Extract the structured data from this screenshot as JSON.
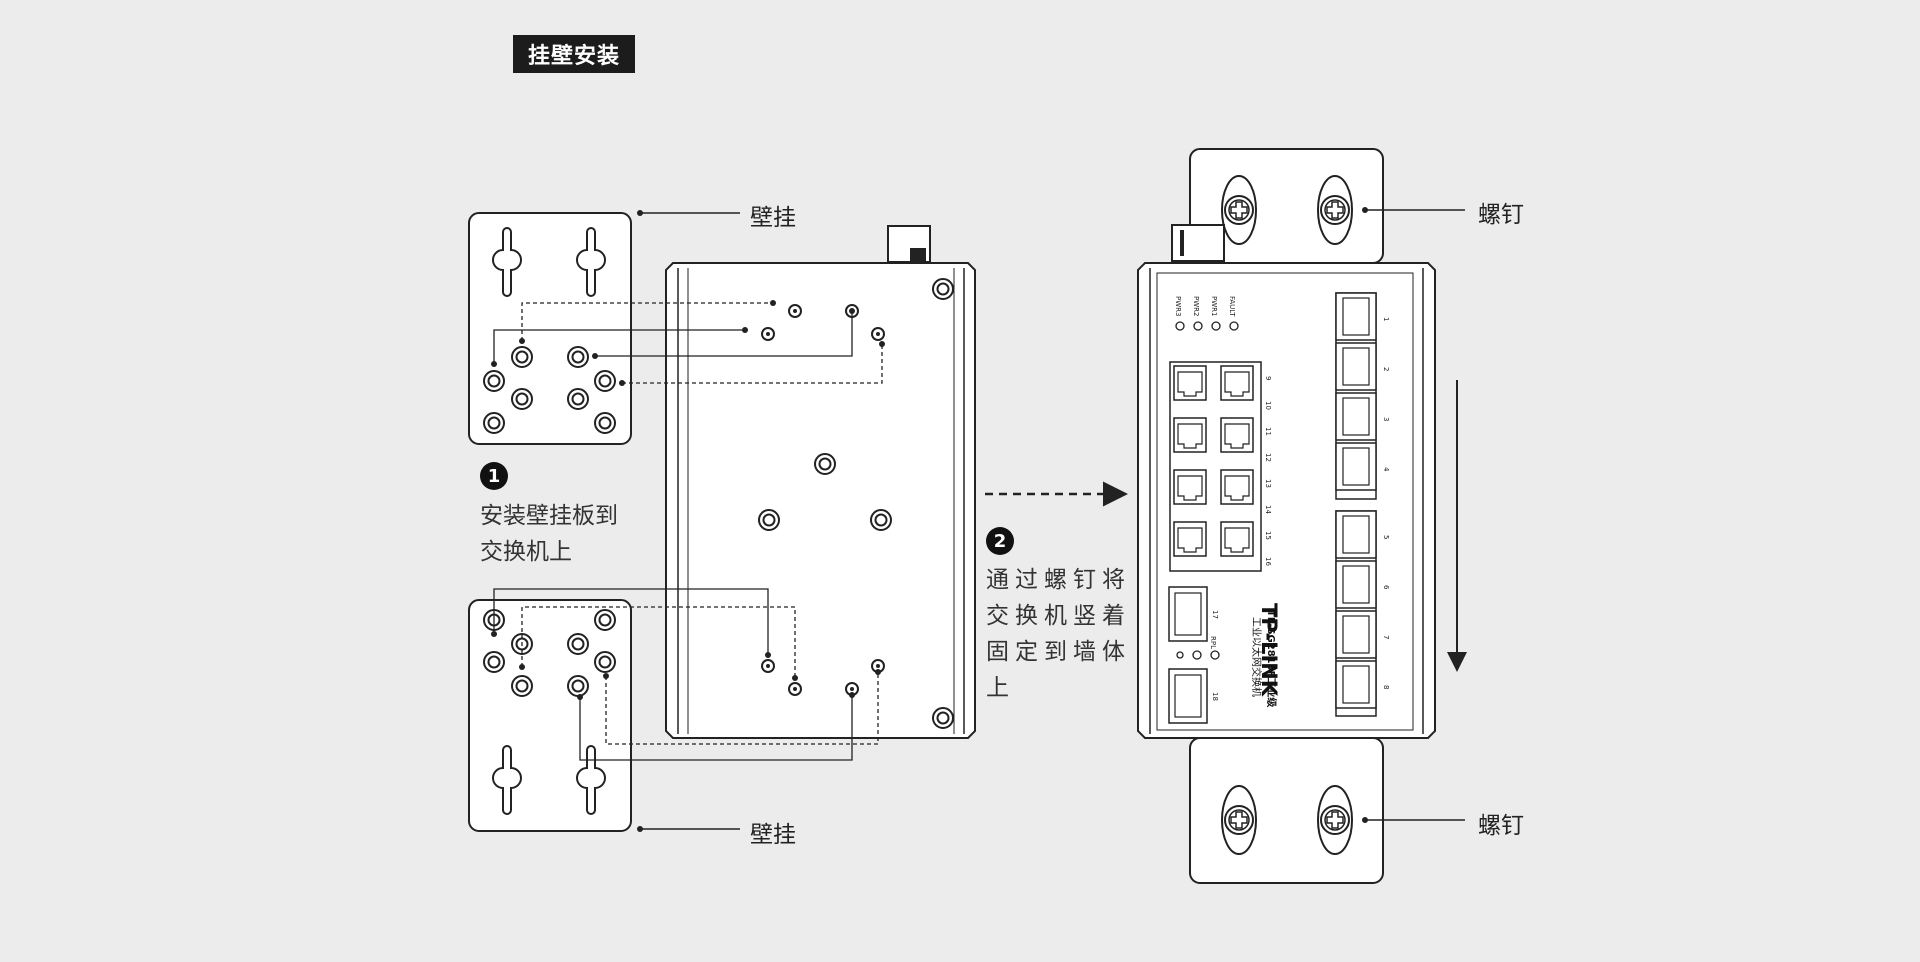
{
  "title": "挂壁安装",
  "callouts": {
    "wall_mount_top": "壁挂",
    "wall_mount_bottom": "壁挂",
    "screw_top": "螺钉",
    "screw_bottom": "螺钉"
  },
  "steps": [
    {
      "number": "1",
      "lines": [
        "安装壁挂板到",
        "交换机上"
      ]
    },
    {
      "number": "2",
      "lines": [
        "通过螺钉将",
        "交换机竖着",
        "固定到墙体",
        "上"
      ]
    }
  ],
  "device": {
    "brand": "TP-LINK",
    "model": "TL-SG2818F工业级",
    "subtitle": "工业以太网交换机",
    "leds": [
      "PWR3",
      "PWR2",
      "PWR1",
      "FAULT"
    ],
    "rpl_label": "RPL",
    "copper_port_labels": [
      "9",
      "10",
      "11",
      "12",
      "13",
      "14",
      "15",
      "16"
    ],
    "sfp_port_labels": [
      "1",
      "2",
      "3",
      "4",
      "5",
      "6",
      "7",
      "8"
    ],
    "combo_port_labels": [
      "17",
      "18"
    ]
  }
}
